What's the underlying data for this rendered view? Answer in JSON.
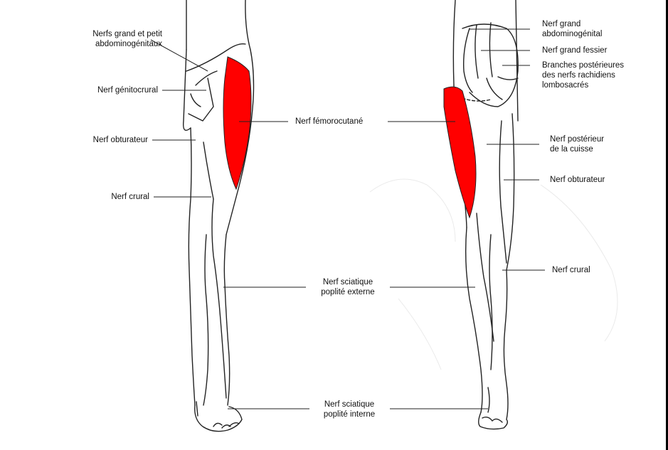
{
  "colors": {
    "background": "#ffffff",
    "outline": "#222222",
    "highlight": "#ff0000",
    "frame": "#000000"
  },
  "figures": {
    "front_leg": "front-view-leg",
    "back_leg": "back-view-leg"
  },
  "labels": {
    "front_abdomino": "Nerfs grand et petit\nabdominogénitaux",
    "front_genitocrural": "Nerf génitocrural",
    "front_obturateur": "Nerf obturateur",
    "front_crural": "Nerf crural",
    "center_femorocutane": "Nerf fémorocutané",
    "center_sciatique_externe": "Nerf sciatique\npoplité externe",
    "center_sciatique_interne": "Nerf sciatique\npoplité interne",
    "back_grand_abdomino": "Nerf grand\nabdominogénital",
    "back_grand_fessier": "Nerf grand fessier",
    "back_branches": "Branches postérieures\ndes nerfs rachidiens\nlombosacrés",
    "back_posterieur_cuisse": "Nerf postérieur\nde la cuisse",
    "back_obturateur": "Nerf obturateur",
    "back_crural": "Nerf crural"
  }
}
